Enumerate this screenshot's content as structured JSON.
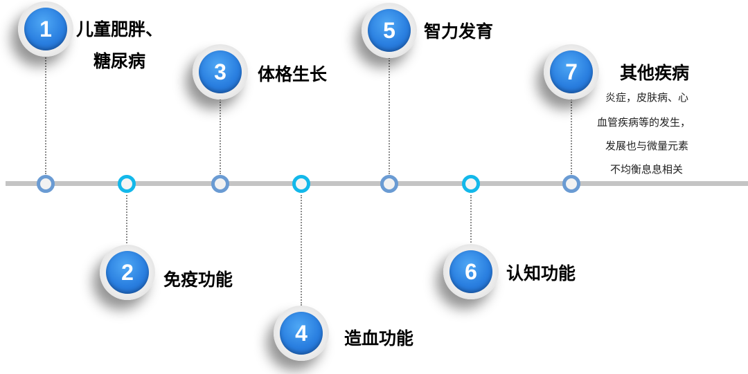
{
  "items": [
    {
      "number": "1",
      "title_line1": "儿童肥胖、",
      "title_line2": "糖尿病"
    },
    {
      "number": "2",
      "title": "免疫功能"
    },
    {
      "number": "3",
      "title": "体格生长"
    },
    {
      "number": "4",
      "title": "造血功能"
    },
    {
      "number": "5",
      "title": "智力发育"
    },
    {
      "number": "6",
      "title": "认知功能"
    },
    {
      "number": "7",
      "title": "其他疾病",
      "description": [
        "炎症，皮肤病、心",
        "血管疾病等的发生，",
        "发展也与微量元素",
        "不均衡息息相关"
      ]
    }
  ],
  "colors": {
    "badge_blue": "#2a7fe0",
    "node_blue": "#6a9bd3",
    "node_cyan": "#13b8ea",
    "timeline_gray": "#c4c4c4"
  }
}
